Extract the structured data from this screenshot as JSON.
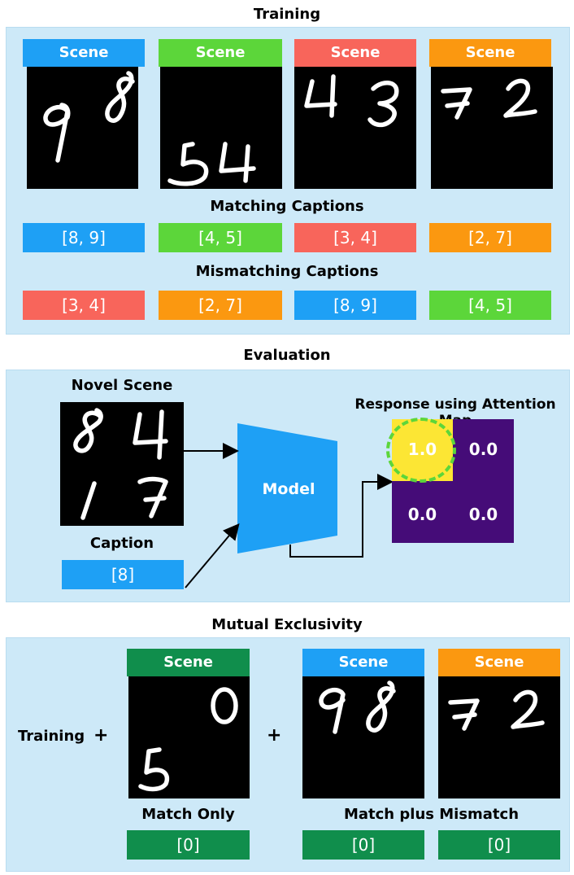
{
  "colors": {
    "blue": "#1ea0f5",
    "green": "#5cd63a",
    "red": "#f8655b",
    "orange": "#fb9810",
    "dark_green": "#108e4c",
    "purple": "#450c78",
    "yellow": "#fce634",
    "panel": "#cde9f8"
  },
  "training": {
    "title": "Training",
    "scenes": [
      {
        "label": "Scene",
        "color": "blue",
        "digits": [
          "9",
          "8"
        ]
      },
      {
        "label": "Scene",
        "color": "green",
        "digits": [
          "5",
          "4"
        ]
      },
      {
        "label": "Scene",
        "color": "red",
        "digits": [
          "4",
          "3"
        ]
      },
      {
        "label": "Scene",
        "color": "orange",
        "digits": [
          "7",
          "2"
        ]
      }
    ],
    "matching_title": "Matching Captions",
    "matching": [
      {
        "text": "[8, 9]",
        "color": "blue"
      },
      {
        "text": "[4, 5]",
        "color": "green"
      },
      {
        "text": "[3, 4]",
        "color": "red"
      },
      {
        "text": "[2, 7]",
        "color": "orange"
      }
    ],
    "mismatching_title": "Mismatching Captions",
    "mismatching": [
      {
        "text": "[3, 4]",
        "color": "red"
      },
      {
        "text": "[2, 7]",
        "color": "orange"
      },
      {
        "text": "[8, 9]",
        "color": "blue"
      },
      {
        "text": "[4, 5]",
        "color": "green"
      }
    ]
  },
  "evaluation": {
    "title": "Evaluation",
    "novel_scene_label": "Novel Scene",
    "novel_digits": [
      "8",
      "4",
      "1",
      "7"
    ],
    "caption_label": "Caption",
    "caption": "[8]",
    "model_label": "Model",
    "response_title": "Response using Attention Map",
    "attention": [
      "1.0",
      "0.0",
      "0.0",
      "0.0"
    ]
  },
  "mutual": {
    "title": "Mutual Exclusivity",
    "training_label": "Training",
    "plus": "+",
    "scene_label": "Scene",
    "match_only_label": "Match Only",
    "match_plus_mismatch_label": "Match plus Mismatch",
    "captions": [
      "[0]",
      "[0]",
      "[0]"
    ],
    "scene_digits": [
      [
        "5",
        "0"
      ],
      [
        "9",
        "8"
      ],
      [
        "7",
        "2"
      ]
    ]
  }
}
